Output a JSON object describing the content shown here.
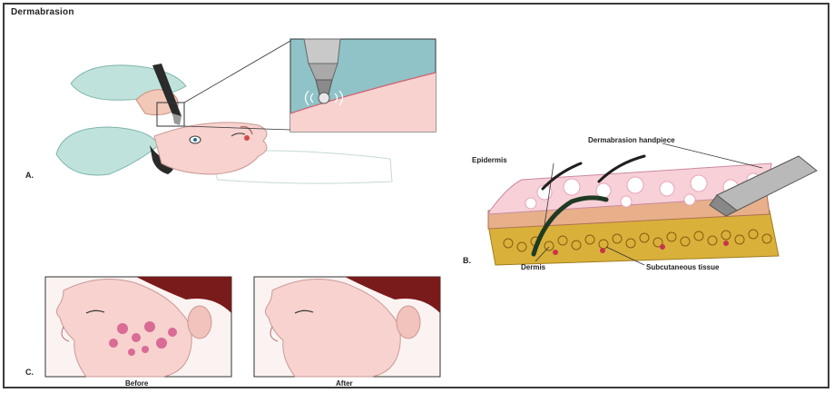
{
  "title": "Dermabrasion",
  "panels": {
    "a": {
      "letter": "A."
    },
    "b": {
      "letter": "B.",
      "labels": {
        "handpiece": "Dermabrasion handpiece",
        "epidermis": "Epidermis",
        "dermis": "Dermis",
        "subcutaneous": "Subcutaneous tissue"
      }
    },
    "c": {
      "letter": "C.",
      "before": "Before",
      "after": "After"
    }
  },
  "colors": {
    "border": "#3a3a3a",
    "skin": "#f7d2cf",
    "cap": "#bfe3dc",
    "inset_bg": "#8fc3c8",
    "fat": "#d9b13a",
    "hair": "#7a1b1b",
    "acne": "#d45a8c"
  }
}
